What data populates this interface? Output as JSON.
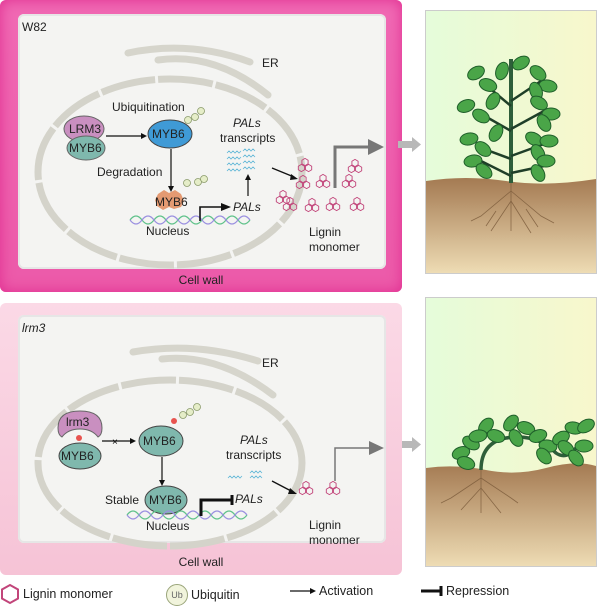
{
  "top_panel": {
    "genotype_label": "W82",
    "er_label": "ER",
    "complex_top": "LRM3",
    "complex_bottom": "MYB6",
    "ubiquitination_label": "Ubiquitination",
    "myb6_label": "MYB6",
    "degradation_label": "Degradation",
    "degraded_myb6_label": "MYB6",
    "pals_label": "PALs",
    "pals_transcripts_italic": "PALs",
    "transcripts_label": "transcripts",
    "nucleus_label": "Nucleus",
    "lignin_label_1": "Lignin",
    "lignin_label_2": "monomer",
    "cell_wall_label": "Cell wall",
    "lignin_cluster_count": 10,
    "plant_phenotype": "upright"
  },
  "bottom_panel": {
    "genotype_label": "lrm3",
    "er_label": "ER",
    "complex_top": "lrm3",
    "complex_bottom": "MYB6",
    "myb6_label": "MYB6",
    "stable_label": "Stable",
    "stable_myb6_label": "MYB6",
    "pals_label": "PALs",
    "pals_transcripts_italic": "PALs",
    "transcripts_label": "transcripts",
    "nucleus_label": "Nucleus",
    "lignin_label_1": "Lignin",
    "lignin_label_2": "monomer",
    "cell_wall_label": "Cell wall",
    "lignin_cluster_count": 2,
    "plant_phenotype": "lodging"
  },
  "legend": {
    "lignin": "Lignin monomer",
    "ubiquitin_glyph": "Ub",
    "ubiquitin": "Ubiquitin",
    "activation": "Activation",
    "repression": "Repression"
  },
  "colors": {
    "cell_wall_top": "#ec5aa9",
    "cell_wall_bottom": "#f6c3d6",
    "lrm3": "#c98fc0",
    "myb6_teal": "#7fb8ad",
    "myb6_blue": "#3f9ad6",
    "degraded": "#e08a5c",
    "lignin": "#c2457a"
  }
}
